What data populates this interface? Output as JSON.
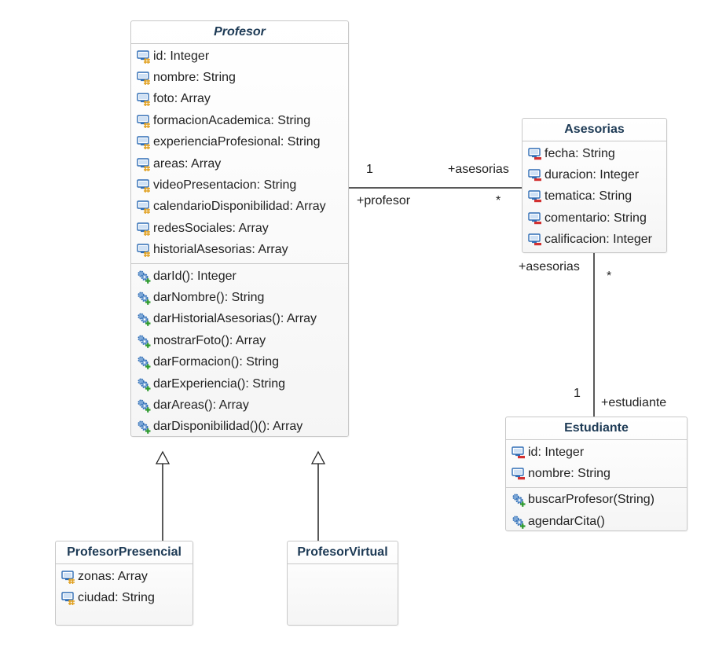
{
  "classes": {
    "profesor": {
      "name": "Profesor",
      "attributes": [
        {
          "text": "id: Integer",
          "icon": "protected-attribute-icon"
        },
        {
          "text": "nombre: String",
          "icon": "protected-attribute-icon"
        },
        {
          "text": "foto: Array",
          "icon": "protected-attribute-icon"
        },
        {
          "text": "formacionAcademica: String",
          "icon": "protected-attribute-icon"
        },
        {
          "text": "experienciaProfesional: String",
          "icon": "protected-attribute-icon"
        },
        {
          "text": "areas: Array",
          "icon": "protected-attribute-icon"
        },
        {
          "text": "videoPresentacion: String",
          "icon": "protected-attribute-icon"
        },
        {
          "text": "calendarioDisponibilidad: Array",
          "icon": "protected-attribute-icon"
        },
        {
          "text": "redesSociales: Array",
          "icon": "protected-attribute-icon"
        },
        {
          "text": "historialAsesorias: Array",
          "icon": "protected-attribute-icon"
        }
      ],
      "operations": [
        {
          "text": "darId(): Integer",
          "icon": "public-operation-icon"
        },
        {
          "text": "darNombre(): String",
          "icon": "public-operation-icon"
        },
        {
          "text": "darHistorialAsesorias(): Array",
          "icon": "public-operation-icon"
        },
        {
          "text": "mostrarFoto(): Array",
          "icon": "public-operation-icon"
        },
        {
          "text": "darFormacion(): String",
          "icon": "public-operation-icon"
        },
        {
          "text": "darExperiencia(): String",
          "icon": "public-operation-icon"
        },
        {
          "text": "darAreas(): Array",
          "icon": "public-operation-icon"
        },
        {
          "text": "darDisponibilidad()(): Array",
          "icon": "public-operation-icon"
        }
      ]
    },
    "asesorias": {
      "name": "Asesorias",
      "attributes": [
        {
          "text": "fecha: String",
          "icon": "private-attribute-icon"
        },
        {
          "text": "duracion: Integer",
          "icon": "private-attribute-icon"
        },
        {
          "text": "tematica: String",
          "icon": "private-attribute-icon"
        },
        {
          "text": "comentario: String",
          "icon": "private-attribute-icon"
        },
        {
          "text": "calificacion: Integer",
          "icon": "private-attribute-icon"
        }
      ]
    },
    "estudiante": {
      "name": "Estudiante",
      "attributes": [
        {
          "text": "id: Integer",
          "icon": "private-attribute-icon"
        },
        {
          "text": "nombre: String",
          "icon": "private-attribute-icon"
        }
      ],
      "operations": [
        {
          "text": "buscarProfesor(String)",
          "icon": "public-operation-icon"
        },
        {
          "text": "agendarCita()",
          "icon": "public-operation-icon"
        }
      ]
    },
    "profesorPresencial": {
      "name": "ProfesorPresencial",
      "attributes": [
        {
          "text": "zonas: Array",
          "icon": "protected-attribute-icon"
        },
        {
          "text": "ciudad: String",
          "icon": "protected-attribute-icon"
        }
      ]
    },
    "profesorVirtual": {
      "name": "ProfesorVirtual"
    }
  },
  "associations": {
    "profesor_asesorias": {
      "profesor_multiplicity": "1",
      "profesor_role": "+profesor",
      "asesorias_role": "+asesorias",
      "asesorias_multiplicity": "*"
    },
    "asesorias_estudiante": {
      "asesorias_role": "+asesorias",
      "asesorias_multiplicity": "*",
      "estudiante_multiplicity": "1",
      "estudiante_role": "+estudiante"
    }
  },
  "colors": {
    "class_title": "#1d3a55",
    "border": "#c8c8c8",
    "line": "#222222",
    "icon_blue": "#2f6db5",
    "protected_mark": "#e0a020",
    "private_mark": "#d23030",
    "public_mark": "#2e9a2e"
  }
}
